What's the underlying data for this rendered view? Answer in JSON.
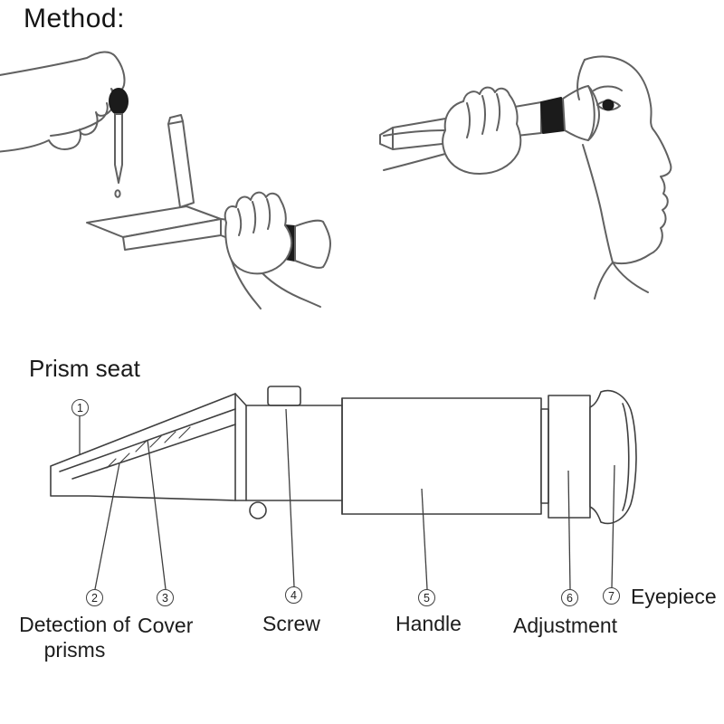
{
  "page": {
    "title": "Method:",
    "colors": {
      "background": "#ffffff",
      "ink": "#3f3f3f"
    }
  },
  "diagram": {
    "parts": [
      {
        "number": "1",
        "label": "Prism seat"
      },
      {
        "number": "2",
        "label": "Detection of prisms"
      },
      {
        "number": "3",
        "label": "Cover"
      },
      {
        "number": "4",
        "label": "Screw"
      },
      {
        "number": "5",
        "label": "Handle"
      },
      {
        "number": "6",
        "label": "Adjustment"
      },
      {
        "number": "7",
        "label": "Eyepiece"
      }
    ]
  }
}
